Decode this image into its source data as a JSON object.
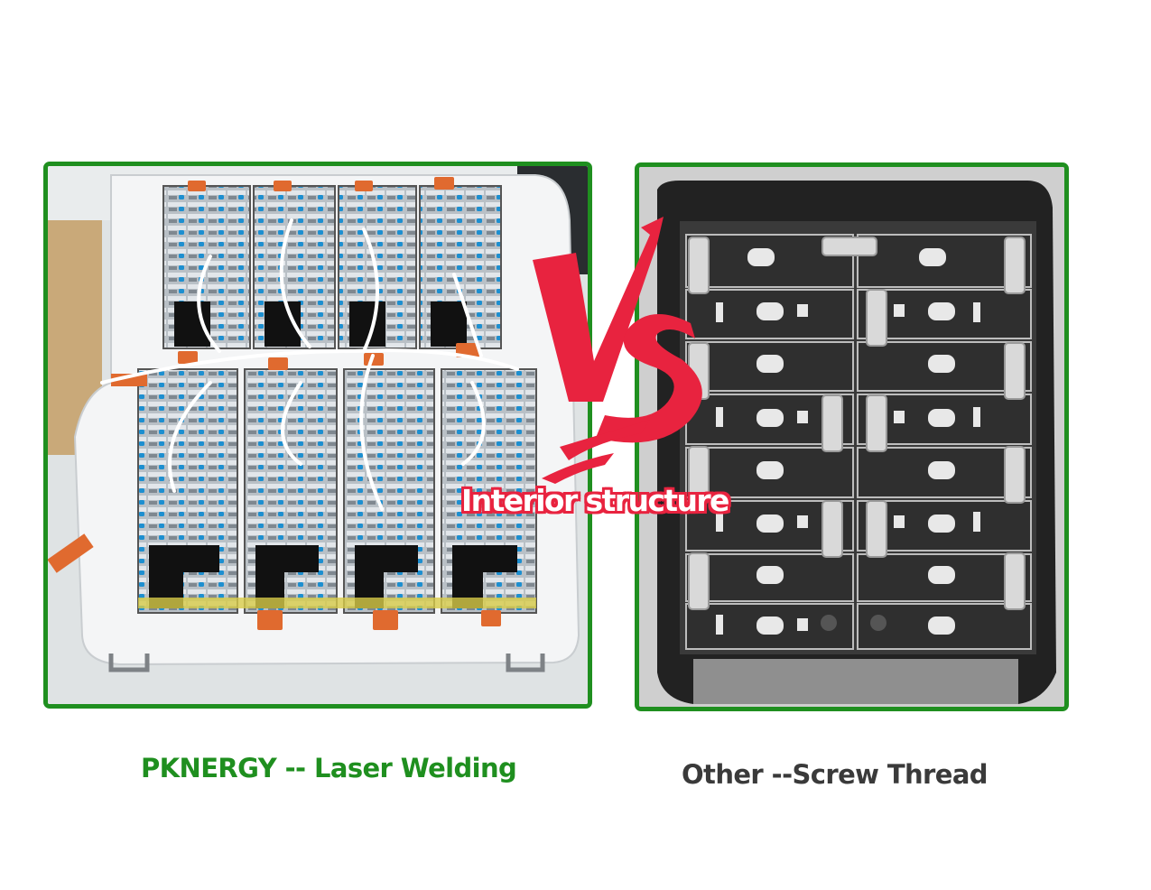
{
  "left": {
    "caption": "PKNERGY -- Laser Welding",
    "caption_color": "#1f8f1f"
  },
  "right": {
    "caption": "Other --Screw Thread",
    "caption_color": "#3a3a3a"
  },
  "center": {
    "vs_icon": "vs-brush-icon",
    "label": "Interior structure",
    "accent_color": "#e8233f"
  },
  "frame_color": "#1f8f1f"
}
